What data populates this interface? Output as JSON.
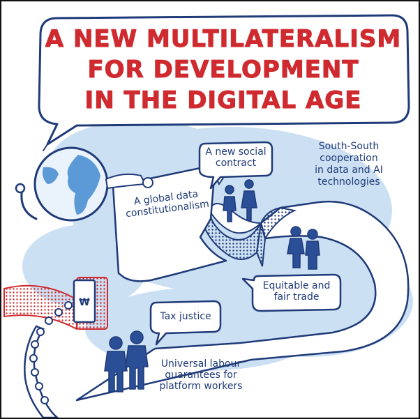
{
  "title": {
    "line1": "A NEW MULTILATERALISM",
    "line2": "FOR DEVELOPMENT",
    "line3": "IN THE DIGITAL AGE"
  },
  "labels": {
    "social_contract": [
      "A new social",
      "contract"
    ],
    "south_south": [
      "South-South",
      "cooperation",
      "in data and AI",
      "technologies"
    ],
    "constitutionalism": [
      "A global data",
      "constitutionalism"
    ],
    "fair_trade": [
      "Equitable and",
      "fair trade"
    ],
    "tax_justice": "Tax justice",
    "labour": [
      "Universal labour",
      "guarantees for",
      "platform workers"
    ]
  },
  "colors": {
    "navy": "#1f3a78",
    "red": "#cf2a2f",
    "wash": "#bcd6ef",
    "globe_land": "#5b9ad6"
  }
}
